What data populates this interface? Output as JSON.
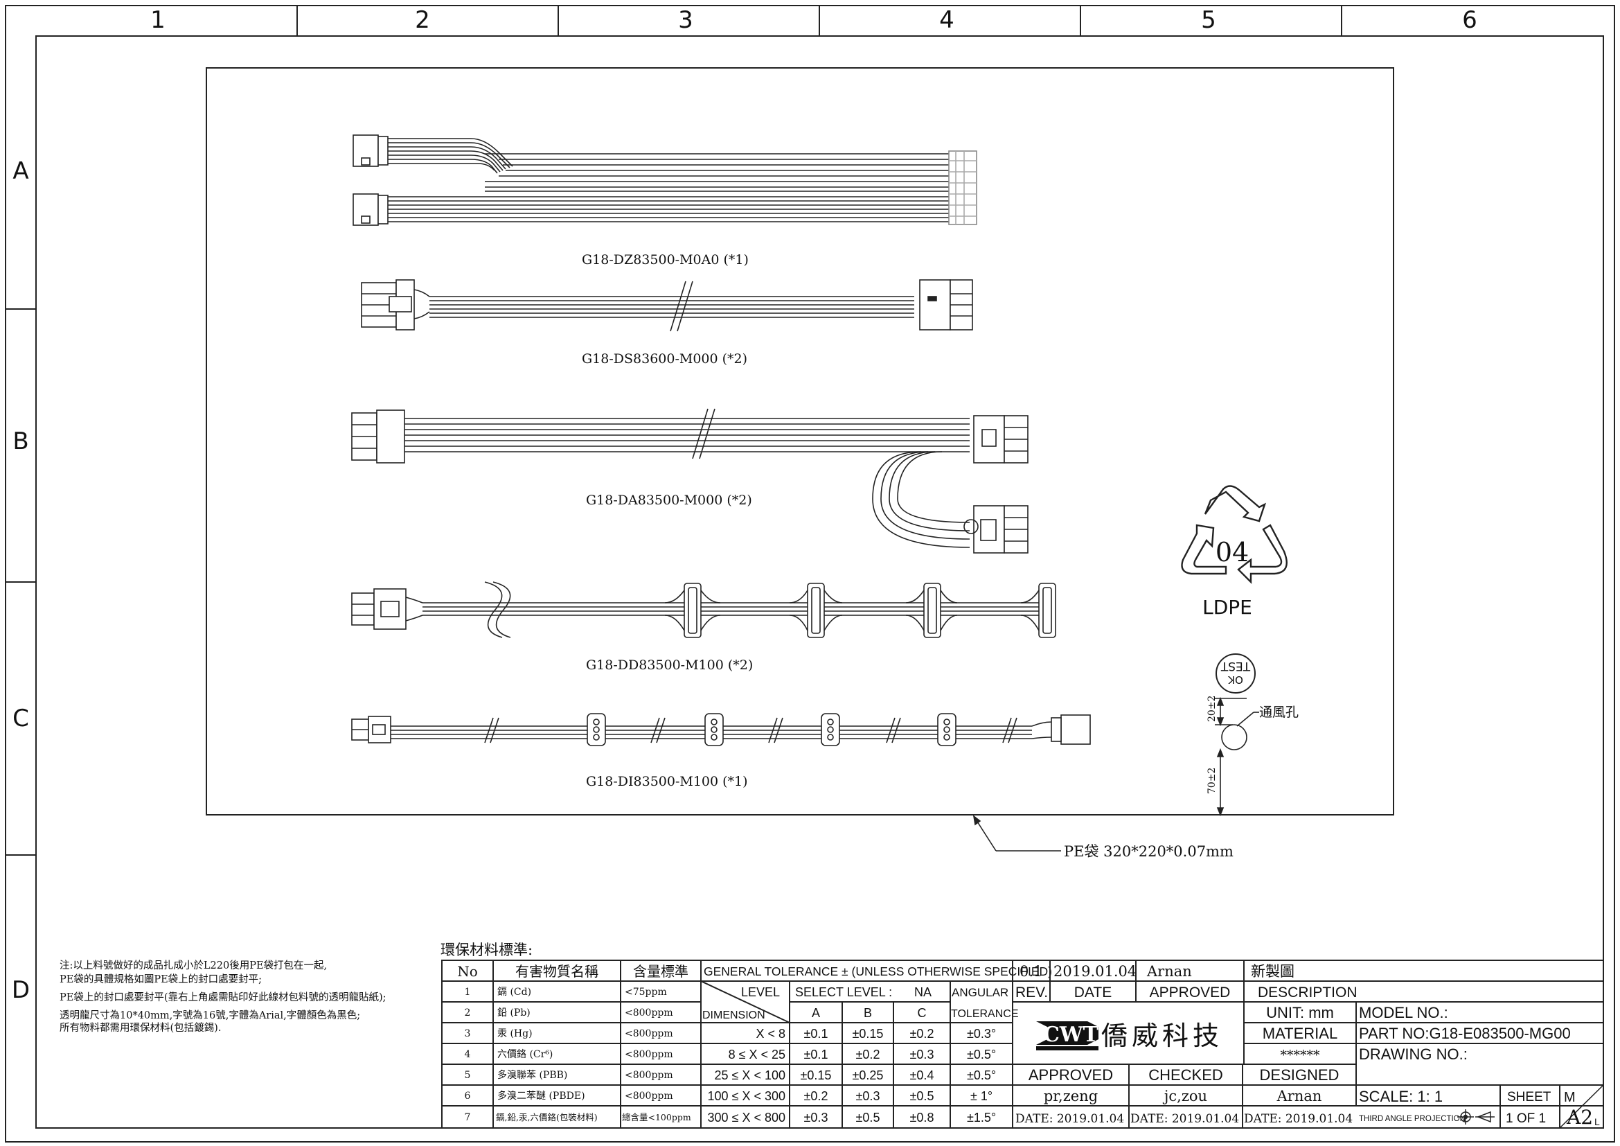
{
  "frame": {
    "columns": [
      "1",
      "2",
      "3",
      "4",
      "5",
      "6"
    ],
    "rows": [
      "A",
      "B",
      "C",
      "D"
    ]
  },
  "cables": [
    {
      "label": "G18-DZ83500-M0A0 (*1)"
    },
    {
      "label": "G18-DS83600-M000 (*2)"
    },
    {
      "label": "G18-DA83500-M000 (*2)"
    },
    {
      "label": "G18-DD83500-M100 (*2)"
    },
    {
      "label": "G18-DI83500-M100 (*1)"
    }
  ],
  "recycle": {
    "code": "04",
    "material": "LDPE"
  },
  "bag": {
    "test_stamp_line1": "TEST",
    "test_stamp_line2": "OK",
    "vent_label": "通風孔",
    "dim_top": "20±2",
    "dim_side": "70±2",
    "spec": "PE袋 320*220*0.07mm"
  },
  "notes": [
    "注:以上料號做好的成品扎成小於L220後用PE袋打包在一起,",
    "PE袋的具體規格如圖PE袋上的封口處要封平;",
    "PE袋上的封口處要封平(靠右上角處需貼印好此線材包料號的透明龍貼紙);",
    "透明龍尺寸為10*40mm,字號為16號,字體為Arial,字體顏色為黑色;",
    "所有物料都需用環保材料(包括鍍錫)."
  ],
  "env_table": {
    "title": "環保材料標準:",
    "headers": [
      "No",
      "有害物質名稱",
      "含量標準"
    ],
    "rows": [
      [
        "1",
        "鎘 (Cd)",
        "<75ppm"
      ],
      [
        "2",
        "鉛 (Pb)",
        "<800ppm"
      ],
      [
        "3",
        "汞 (Hg)",
        "<800ppm"
      ],
      [
        "4",
        "六價鉻 (Cr⁶)",
        "<800ppm"
      ],
      [
        "5",
        "多溴聯苯 (PBB)",
        "<800ppm"
      ],
      [
        "6",
        "多溴二苯醚 (PBDE)",
        "<800ppm"
      ],
      [
        "7",
        "鎘,鉛,汞,六價鉻(包裝材料)",
        "總含量<100ppm"
      ]
    ]
  },
  "tolerance": {
    "title": "GENERAL TOLERANCE ± (UNLESS OTHERWISE SPECIFIED)",
    "level": "LEVEL",
    "dimension": "DIMENSION",
    "select_level": "SELECT LEVEL :",
    "na": "NA",
    "angular_1": "ANGULAR",
    "angular_2": "TOLERANCE",
    "cols": [
      "A",
      "B",
      "C"
    ],
    "rows": [
      [
        "X < 8",
        "±0.1",
        "±0.15",
        "±0.2",
        "±0.3°"
      ],
      [
        "8 ≤ X < 25",
        "±0.1",
        "±0.2",
        "±0.3",
        "±0.5°"
      ],
      [
        "25 ≤ X < 100",
        "±0.15",
        "±0.25",
        "±0.4",
        "±0.5°"
      ],
      [
        "100 ≤ X < 300",
        "±0.2",
        "±0.3",
        "±0.5",
        "± 1°"
      ],
      [
        "300 ≤ X < 800",
        "±0.3",
        "±0.5",
        "±0.8",
        "±1.5°"
      ]
    ]
  },
  "revision": {
    "rev": "0.1",
    "date": "2019.01.04",
    "approved": "Arnan",
    "description": "新製圖",
    "h_rev": "REV.",
    "h_date": "DATE",
    "h_approved": "APPROVED",
    "h_description": "DESCRIPTION"
  },
  "company": {
    "logo": "CWT",
    "name": "僑威科技"
  },
  "titleblock": {
    "unit": "UNIT: mm",
    "material": "MATERIAL",
    "material_value": "******",
    "designed": "DESIGNED",
    "model_no": "MODEL NO.:",
    "part_no": "PART NO:G18-E083500-MG00",
    "drawing_no": "DRAWING NO.:",
    "scale": "SCALE: 1: 1",
    "sheet": "SHEET",
    "sheet_value": "1 OF 1",
    "size_m": "M",
    "size": "A2",
    "size_l": "L",
    "projection": "THIRD ANGLE PROJECTION"
  },
  "signoff": {
    "approved_h": "APPROVED",
    "checked_h": "CHECKED",
    "designed_h": "DESIGNED",
    "approved": "pr,zeng",
    "checked": "jc,zou",
    "designed": "Arnan",
    "approved_date": "DATE: 2019.01.04",
    "checked_date": "DATE: 2019.01.04",
    "designed_date": "DATE: 2019.01.04"
  }
}
